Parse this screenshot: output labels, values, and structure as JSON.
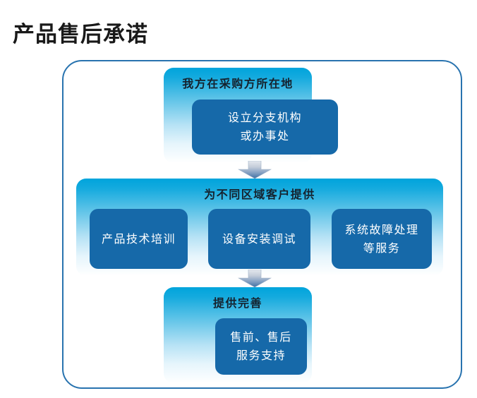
{
  "page": {
    "title": "产品售后承诺"
  },
  "colors": {
    "frame_border": "#2873AF",
    "card_gradient_top": "#00A4DC",
    "card_gradient_bottom": "#FFFFFF",
    "inner_box_fill": "#1669A9",
    "inner_box_text": "#FFFFFF",
    "card_title_text": "#15222E",
    "arrow_top": "#D9DEE6",
    "arrow_bottom": "#3F6FA3",
    "page_title_text": "#191919"
  },
  "diagram": {
    "type": "flowchart",
    "direction": "top-to-bottom",
    "sections": [
      {
        "id": "section-1",
        "title": "我方在采购方所在地",
        "boxes": [
          {
            "id": "box-top",
            "label": "设立分支机构\n或办事处"
          }
        ]
      },
      {
        "id": "section-2",
        "title": "为不同区域客户提供",
        "boxes": [
          {
            "id": "box-mid-1",
            "label": "产品技术培训"
          },
          {
            "id": "box-mid-2",
            "label": "设备安装调试"
          },
          {
            "id": "box-mid-3",
            "label": "系统故障处理\n等服务"
          }
        ]
      },
      {
        "id": "section-3",
        "title": "提供完善",
        "boxes": [
          {
            "id": "box-bot",
            "label": "售前、售后\n服务支持"
          }
        ]
      }
    ],
    "connectors": [
      {
        "id": "arrow-1",
        "icon": "arrow-down-icon",
        "from": "section-1",
        "to": "section-2"
      },
      {
        "id": "arrow-2",
        "icon": "arrow-down-icon",
        "from": "section-2",
        "to": "section-3"
      }
    ]
  }
}
